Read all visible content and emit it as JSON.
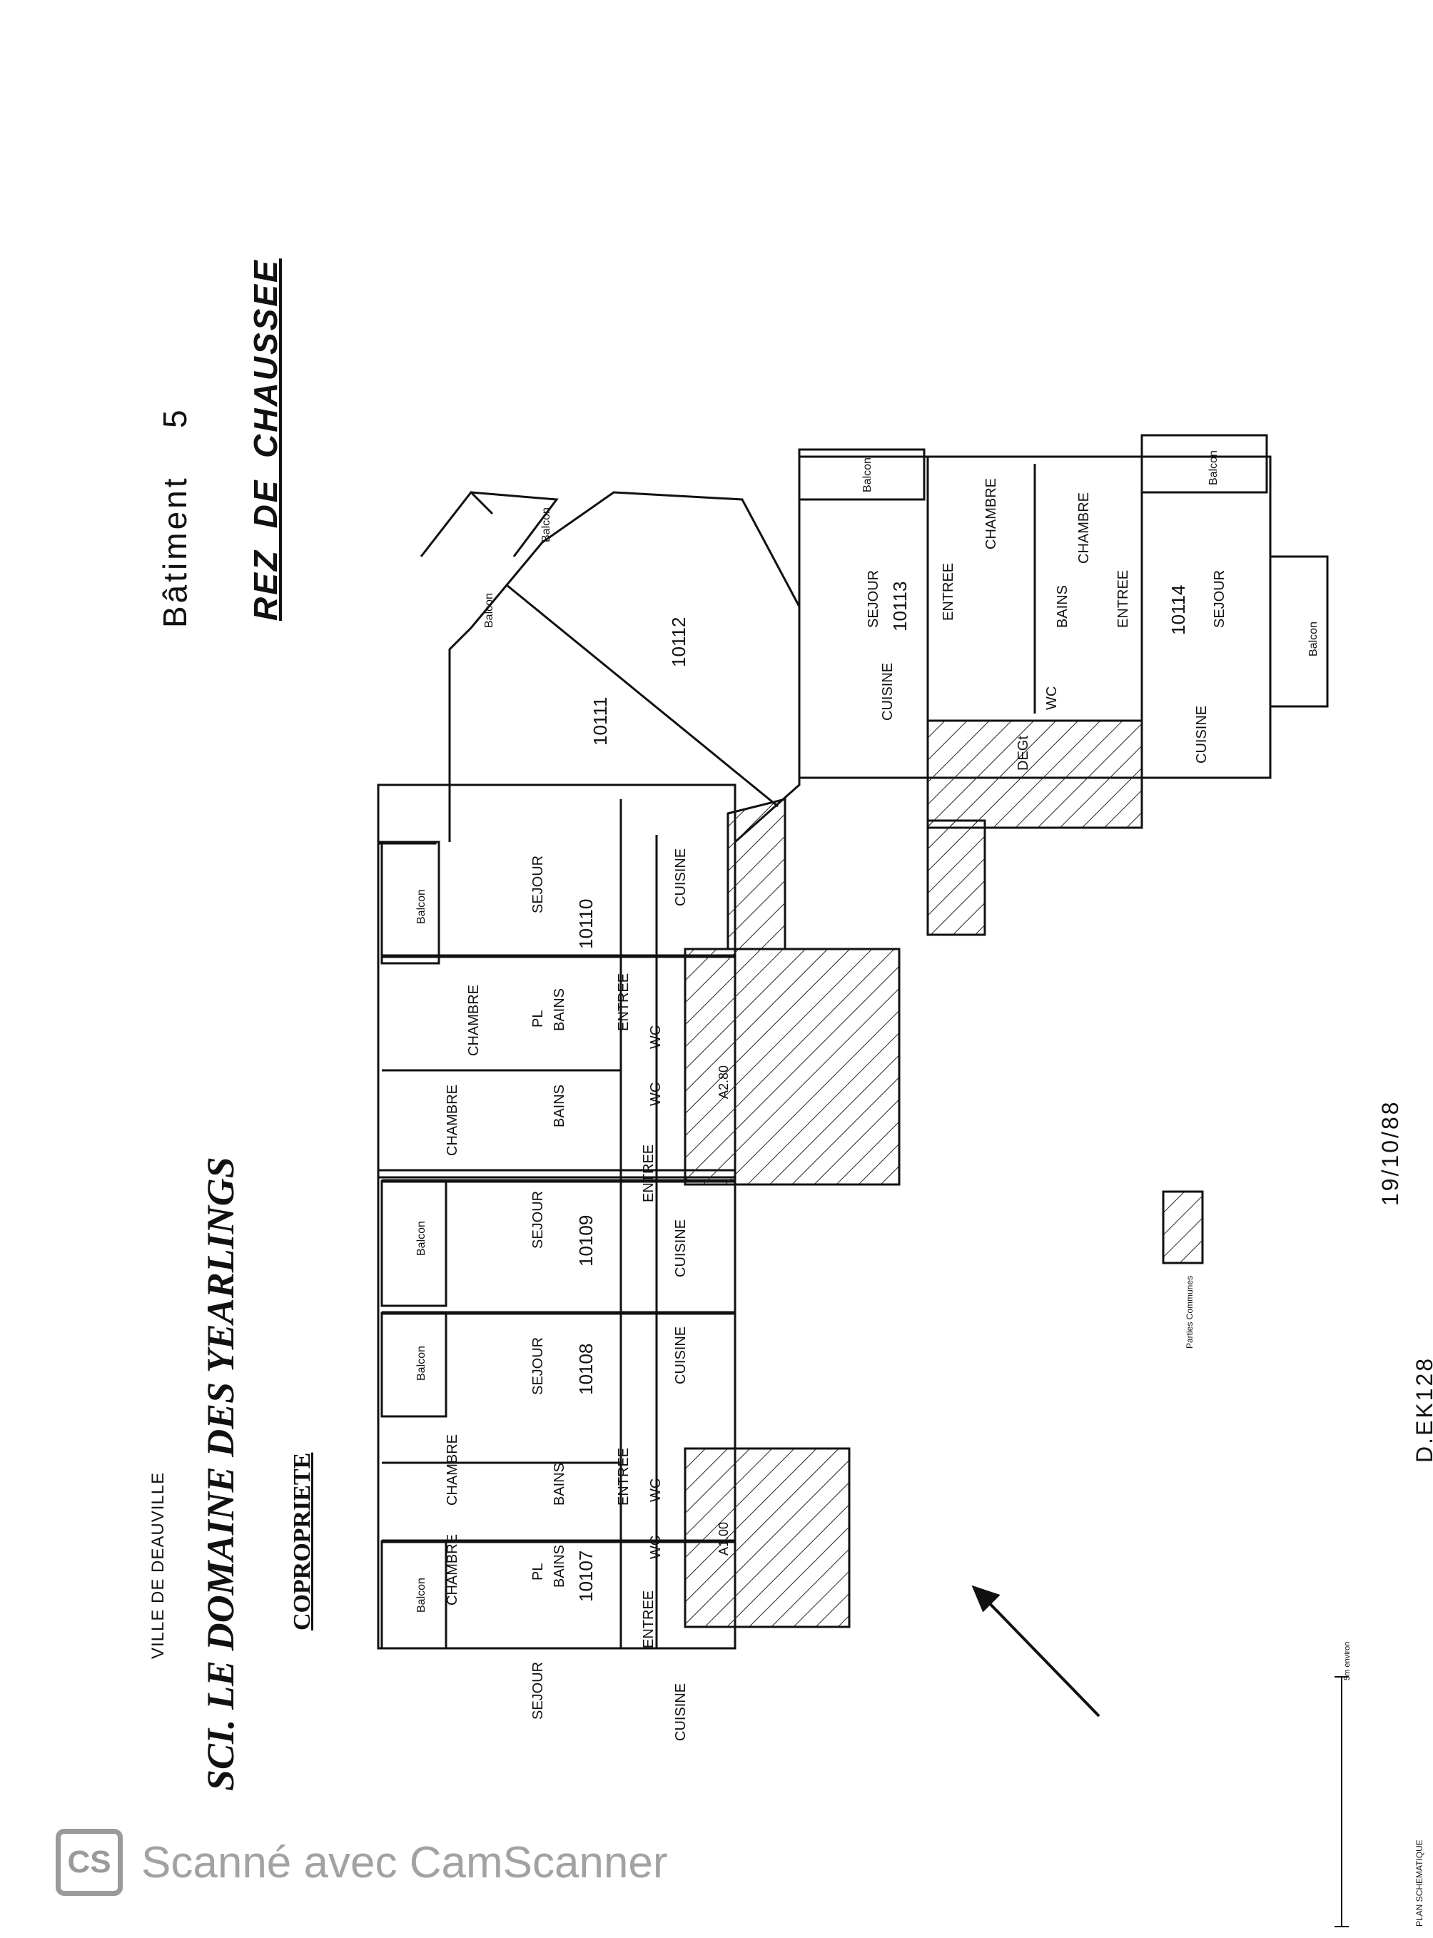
{
  "header": {
    "city": "VILLE DE DEAUVILLE",
    "company": "SCI. LE DOMAINE DES YEARLINGS",
    "subtitle": "COPROPRIETE",
    "building_label": "Bâtiment",
    "building_number": "5",
    "floor": "REZ_DE_CHAUSSEE"
  },
  "footer": {
    "reference": "D.EK128",
    "date": "19/10/88",
    "legend_label": "Parties Communes",
    "plan_label": "PLAN SCHEMATIQUE",
    "scale_label": "5m environ"
  },
  "apartments": [
    "10107",
    "10108",
    "10109",
    "10110",
    "10111",
    "10112",
    "10113",
    "10114"
  ],
  "room_labels": {
    "sejour": "SEJOUR",
    "chambre": "CHAMBRE",
    "cuisine": "CUISINE",
    "bains": "BAINS",
    "wc": "WC",
    "entree": "ENTREE",
    "balcon": "Balcon",
    "degt": "DEGt",
    "pl": "PL"
  },
  "stair_levels": [
    "A1.00",
    "A2.80"
  ],
  "watermark": {
    "logo": "CS",
    "text": "Scanné avec CamScanner"
  }
}
